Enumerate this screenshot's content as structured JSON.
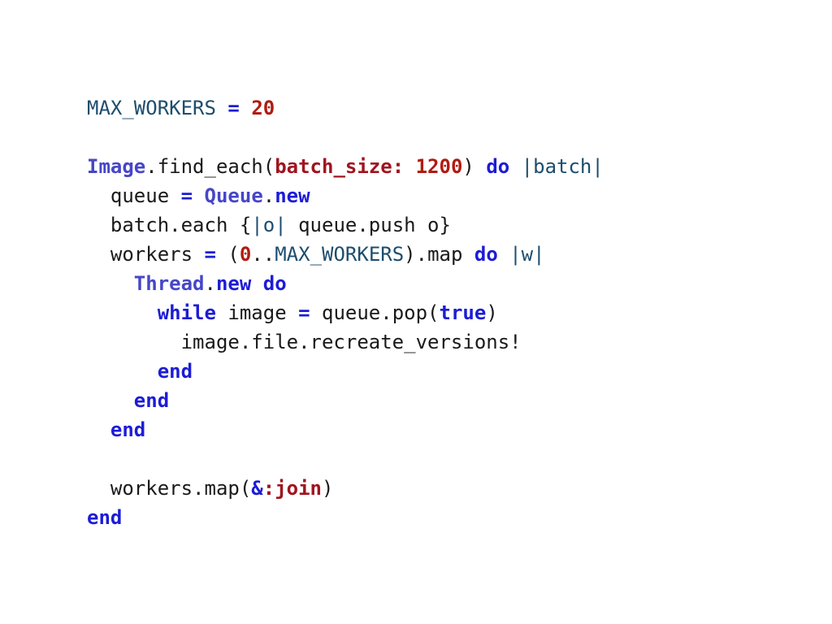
{
  "colors": {
    "background": "#ffffff",
    "plain": "#1a1a1a",
    "keyword": "#1c1cd6",
    "number": "#b01c12",
    "constant": "#1d4d6e",
    "class": "#4646c8",
    "symbol": "#a0141e",
    "block_param": "#1d4d6e"
  },
  "code": {
    "lines": [
      {
        "indent": 0,
        "tokens": [
          {
            "text": "MAX_WORKERS",
            "kind": "constant"
          },
          {
            "text": " ",
            "kind": "plain"
          },
          {
            "text": "=",
            "kind": "keyword"
          },
          {
            "text": " ",
            "kind": "plain"
          },
          {
            "text": "20",
            "kind": "number"
          }
        ]
      },
      {
        "indent": 0,
        "tokens": []
      },
      {
        "indent": 0,
        "tokens": [
          {
            "text": "Image",
            "kind": "class"
          },
          {
            "text": ".find_each(",
            "kind": "plain"
          },
          {
            "text": "batch_size:",
            "kind": "symbol"
          },
          {
            "text": " ",
            "kind": "plain"
          },
          {
            "text": "1200",
            "kind": "number"
          },
          {
            "text": ") ",
            "kind": "plain"
          },
          {
            "text": "do",
            "kind": "keyword"
          },
          {
            "text": " ",
            "kind": "plain"
          },
          {
            "text": "|batch|",
            "kind": "block_param"
          }
        ]
      },
      {
        "indent": 2,
        "tokens": [
          {
            "text": "queue ",
            "kind": "plain"
          },
          {
            "text": "=",
            "kind": "keyword"
          },
          {
            "text": " ",
            "kind": "plain"
          },
          {
            "text": "Queue",
            "kind": "class"
          },
          {
            "text": ".",
            "kind": "plain"
          },
          {
            "text": "new",
            "kind": "keyword"
          }
        ]
      },
      {
        "indent": 2,
        "tokens": [
          {
            "text": "batch.each {",
            "kind": "plain"
          },
          {
            "text": "|o|",
            "kind": "block_param"
          },
          {
            "text": " queue.push o}",
            "kind": "plain"
          }
        ]
      },
      {
        "indent": 2,
        "tokens": [
          {
            "text": "workers ",
            "kind": "plain"
          },
          {
            "text": "=",
            "kind": "keyword"
          },
          {
            "text": " (",
            "kind": "plain"
          },
          {
            "text": "0",
            "kind": "number"
          },
          {
            "text": "..",
            "kind": "plain"
          },
          {
            "text": "MAX_WORKERS",
            "kind": "constant"
          },
          {
            "text": ").map ",
            "kind": "plain"
          },
          {
            "text": "do",
            "kind": "keyword"
          },
          {
            "text": " ",
            "kind": "plain"
          },
          {
            "text": "|w|",
            "kind": "block_param"
          }
        ]
      },
      {
        "indent": 4,
        "tokens": [
          {
            "text": "Thread",
            "kind": "class"
          },
          {
            "text": ".",
            "kind": "plain"
          },
          {
            "text": "new",
            "kind": "keyword"
          },
          {
            "text": " ",
            "kind": "plain"
          },
          {
            "text": "do",
            "kind": "keyword"
          }
        ]
      },
      {
        "indent": 6,
        "tokens": [
          {
            "text": "while",
            "kind": "keyword"
          },
          {
            "text": " image ",
            "kind": "plain"
          },
          {
            "text": "=",
            "kind": "keyword"
          },
          {
            "text": " queue.pop(",
            "kind": "plain"
          },
          {
            "text": "true",
            "kind": "keyword"
          },
          {
            "text": ")",
            "kind": "plain"
          }
        ]
      },
      {
        "indent": 8,
        "tokens": [
          {
            "text": "image.file.recreate_versions!",
            "kind": "plain"
          }
        ]
      },
      {
        "indent": 6,
        "tokens": [
          {
            "text": "end",
            "kind": "keyword"
          }
        ]
      },
      {
        "indent": 4,
        "tokens": [
          {
            "text": "end",
            "kind": "keyword"
          }
        ]
      },
      {
        "indent": 2,
        "tokens": [
          {
            "text": "end",
            "kind": "keyword"
          }
        ]
      },
      {
        "indent": 0,
        "tokens": []
      },
      {
        "indent": 2,
        "tokens": [
          {
            "text": "workers.map(",
            "kind": "plain"
          },
          {
            "text": "&",
            "kind": "keyword"
          },
          {
            "text": ":join",
            "kind": "symbol"
          },
          {
            "text": ")",
            "kind": "plain"
          }
        ]
      },
      {
        "indent": 0,
        "tokens": [
          {
            "text": "end",
            "kind": "keyword"
          }
        ]
      }
    ]
  }
}
